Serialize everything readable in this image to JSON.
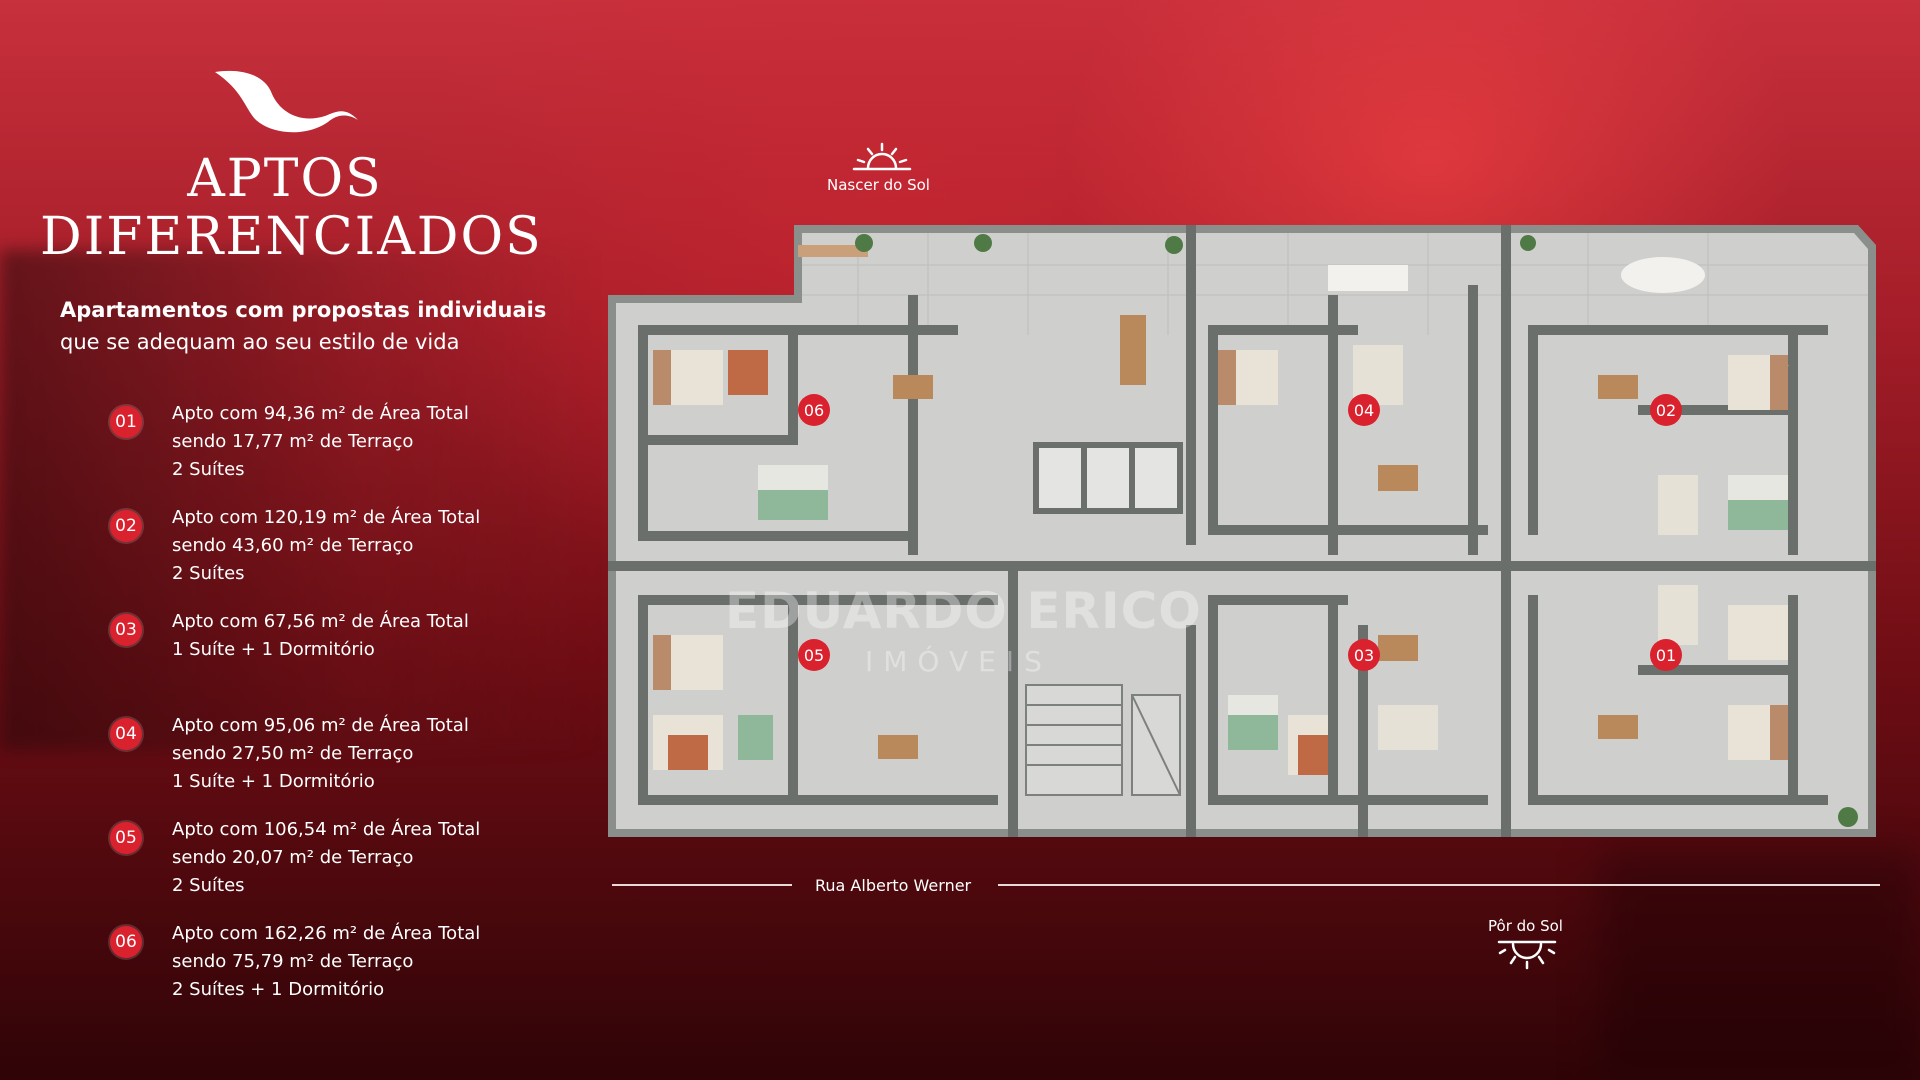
{
  "colors": {
    "accent": "#d9222e",
    "plan_wall": "#6a6f6c",
    "plan_floor": "#cfd0ce"
  },
  "brand": {
    "logo_icon": "bird-icon"
  },
  "heading": {
    "line1": "APTOS",
    "line2": "DIFERENCIADOS"
  },
  "subtitle": {
    "line1": "Apartamentos com propostas individuais",
    "line2": "que se adequam ao seu estilo de vida"
  },
  "apartments": [
    {
      "number": "01",
      "lines": [
        "Apto com 94,36 m² de Área Total",
        "sendo 17,77 m² de Terraço",
        "2 Suítes"
      ]
    },
    {
      "number": "02",
      "lines": [
        "Apto com 120,19 m² de Área Total",
        "sendo 43,60 m² de Terraço",
        "2 Suítes"
      ]
    },
    {
      "number": "03",
      "lines": [
        "Apto com 67,56 m² de Área Total",
        "1 Suíte + 1 Dormitório"
      ]
    },
    {
      "number": "04",
      "lines": [
        "Apto com 95,06 m² de Área Total",
        "sendo 27,50 m² de Terraço",
        "1 Suíte + 1 Dormitório"
      ]
    },
    {
      "number": "05",
      "lines": [
        "Apto com 106,54 m² de Área Total",
        "sendo 20,07 m² de Terraço",
        "2 Suítes"
      ]
    },
    {
      "number": "06",
      "lines": [
        "Apto com 162,26 m² de Área Total",
        "sendo 75,79 m² de Terraço",
        "2 Suítes + 1 Dormitório"
      ]
    }
  ],
  "plan": {
    "sunrise_label": "Nascer do Sol",
    "sunset_label": "Pôr do Sol",
    "sun_icon": "sun-icon",
    "street_label": "Rua Alberto Werner",
    "watermark": {
      "main": "EDUARDO ERICO",
      "sub": "IMÓVEIS"
    },
    "unit_labels": [
      "06",
      "04",
      "02",
      "05",
      "03",
      "01"
    ]
  }
}
